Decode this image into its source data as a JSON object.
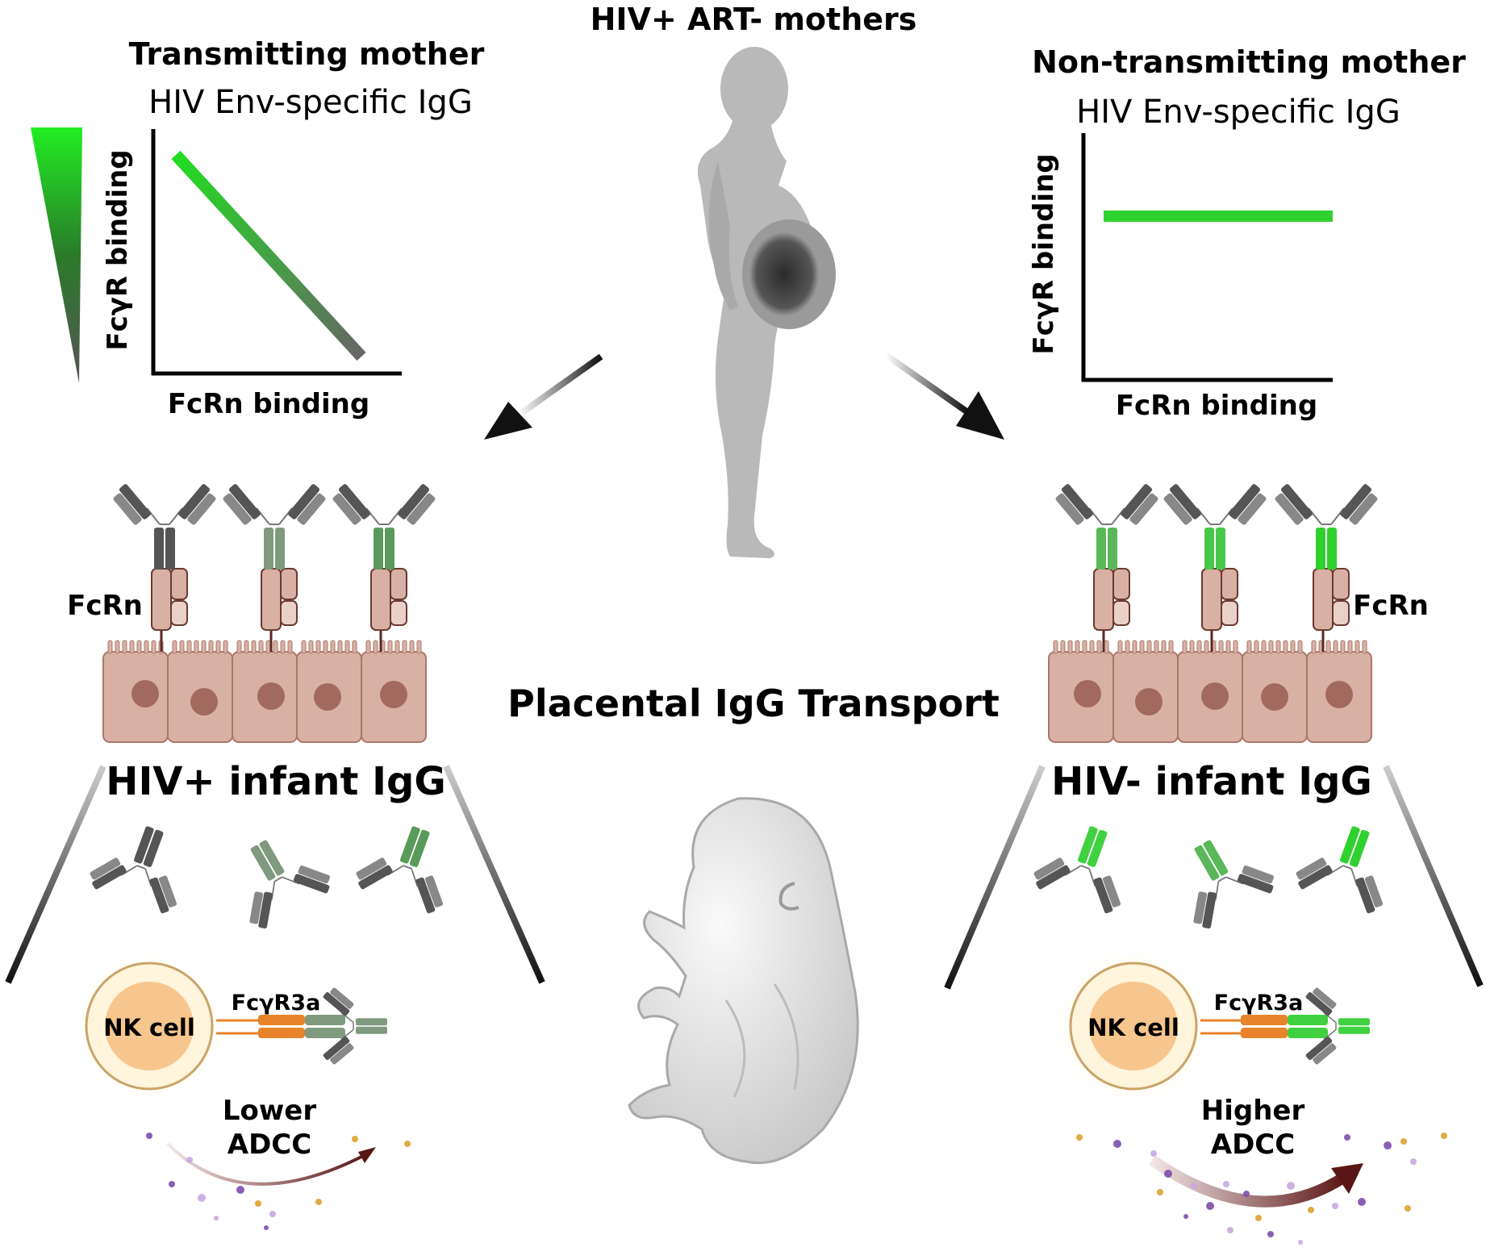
{
  "header": {
    "title": "HIV+ ART- mothers"
  },
  "left": {
    "title": "Transmitting mother",
    "subtitle": "HIV Env-specific IgG",
    "ylabel": "FcγR binding",
    "xlabel": "FcRn binding",
    "receptor_label": "FcRn",
    "infant_label": "HIV+ infant IgG",
    "cell_label": "NK cell",
    "fc_receptor_label": "FcγR3a",
    "outcome_line1": "Lower",
    "outcome_line2": "ADCC"
  },
  "right": {
    "title": "Non-transmitting mother",
    "subtitle": "HIV Env-specific IgG",
    "ylabel": "FcγR binding",
    "xlabel": "FcRn binding",
    "receptor_label": "FcRn",
    "infant_label": "HIV- infant IgG",
    "cell_label": "NK cell",
    "fc_receptor_label": "FcγR3a",
    "outcome_line1": "Higher",
    "outcome_line2": "ADCC"
  },
  "center": {
    "transport_label": "Placental IgG Transport"
  },
  "colors": {
    "bright_green": "#2fd12f",
    "mid_green": "#5a9a5a",
    "gray_green": "#7f9a7f",
    "dark_gray": "#555555",
    "tissue": "#d9b0a4",
    "tissue_stroke": "#a9786b",
    "nk_orange": "#f7c68e",
    "receptor_orange": "#e8832a",
    "arrow_maroon": "#5a1616",
    "silhouette": "#b9b9b9"
  }
}
